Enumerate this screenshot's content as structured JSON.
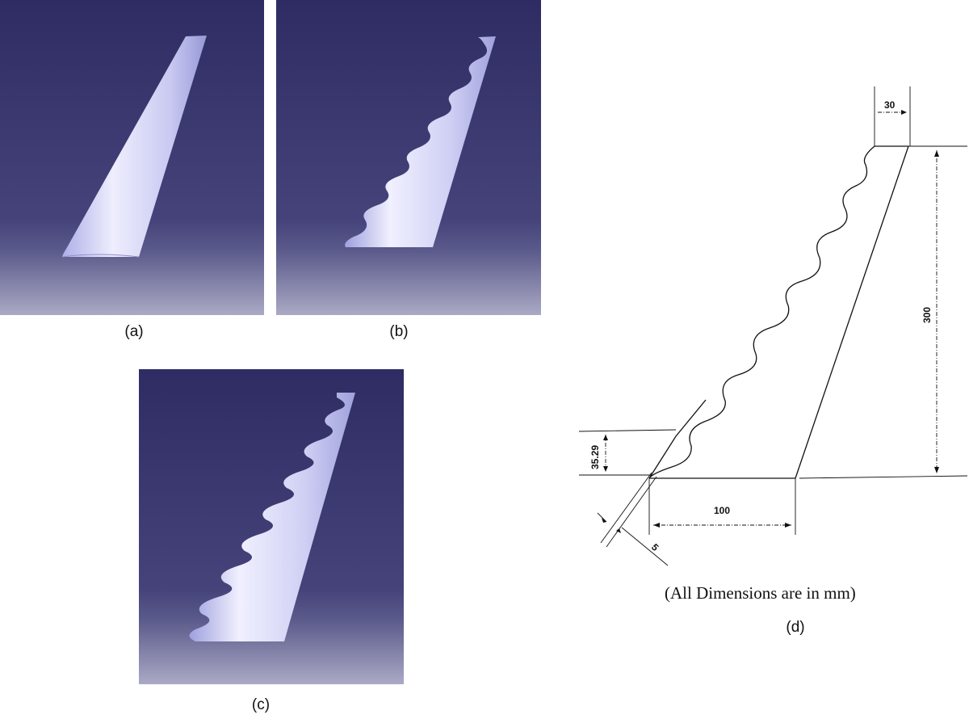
{
  "panels": {
    "a": {
      "caption": "(a)"
    },
    "b": {
      "caption": "(b)"
    },
    "c": {
      "caption": "(c)"
    },
    "d": {
      "caption": "(d)"
    }
  },
  "drawing": {
    "note": "(All Dimensions are in mm)",
    "dimensions": {
      "tip_chord": "30",
      "span": "300",
      "root_chord": "100",
      "wavelength": "35.29",
      "amplitude": "5"
    }
  },
  "colors": {
    "background_top": "#2e2c63",
    "background_mid": "#45437a",
    "background_bottom": "#a9a8c4",
    "wing_light": "#e8e8fb",
    "wing_shade": "#9c9ddc"
  }
}
